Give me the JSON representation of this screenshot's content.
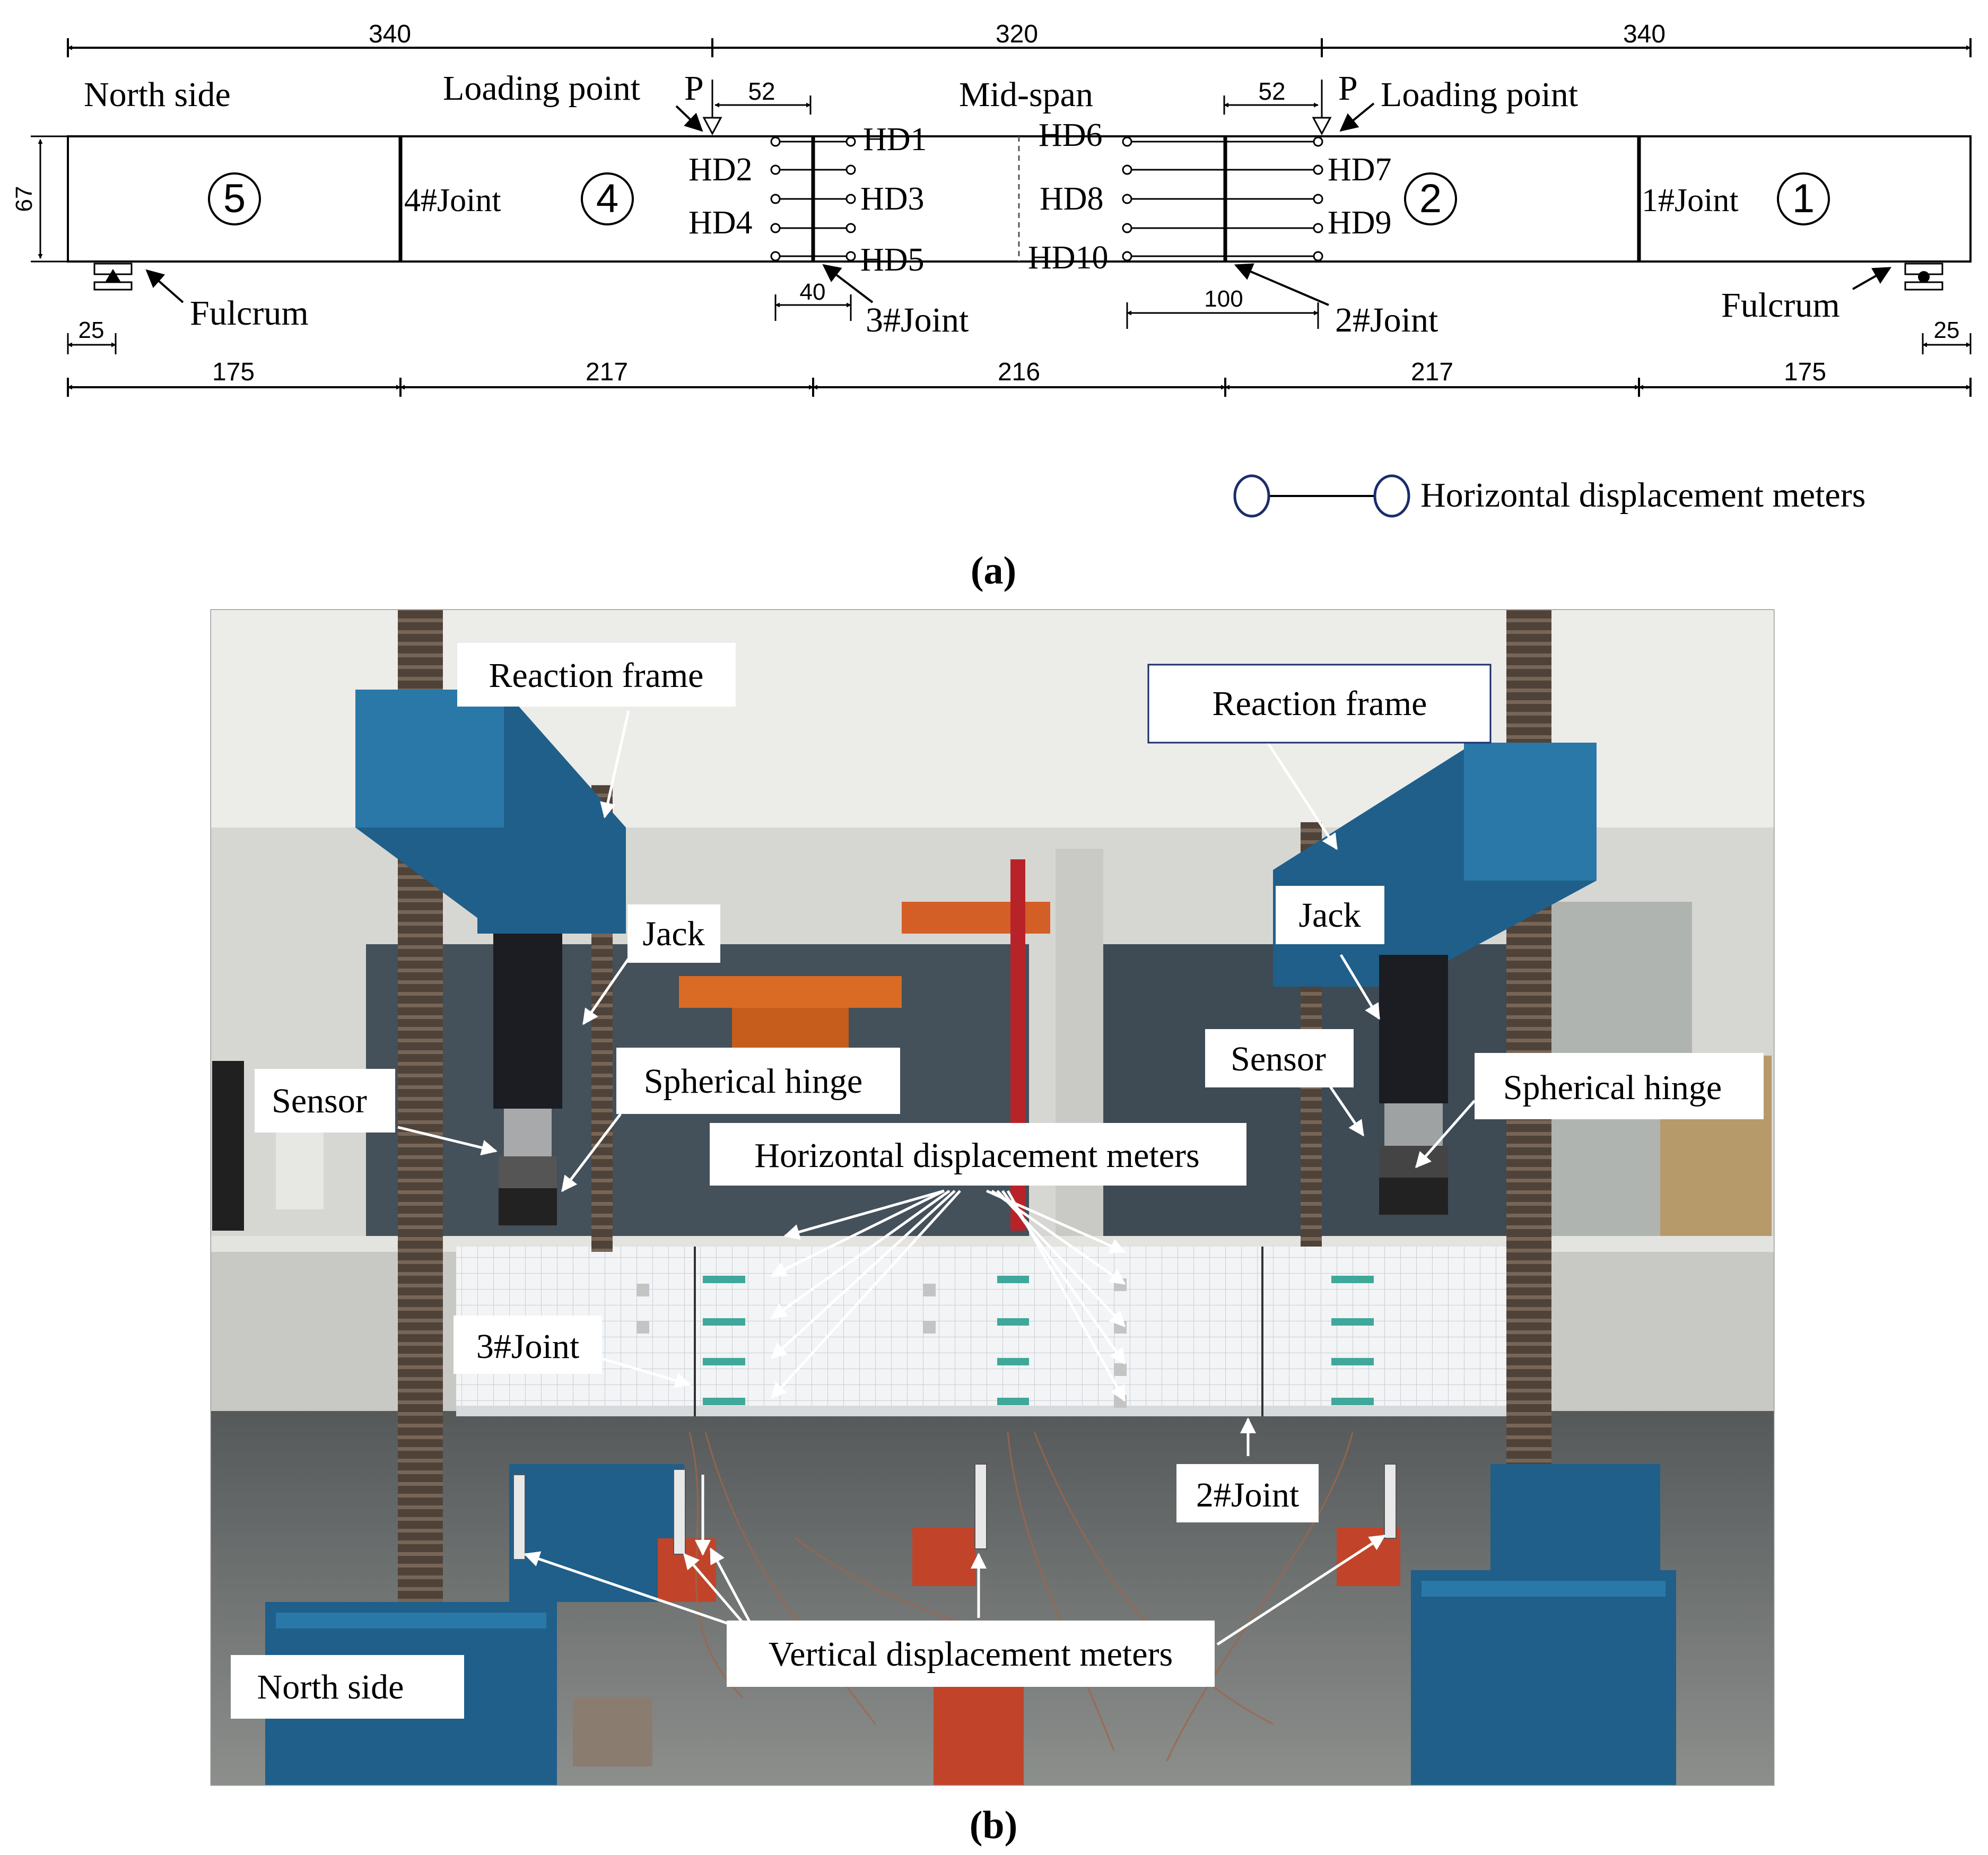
{
  "panel_a": {
    "top_dims": [
      "340",
      "320",
      "340"
    ],
    "section_height_dim": "67",
    "north_side": "North side",
    "loading_point_left": "Loading point",
    "loading_point_right": "Loading point",
    "load_symbol": "P",
    "offset_left": "52",
    "offset_right": "52",
    "midspan": "Mid-span",
    "segments": [
      "5",
      "4",
      "2",
      "1"
    ],
    "joint_4": "4#Joint",
    "joint_1": "1#Joint",
    "joint_3": "3#Joint",
    "joint_2": "2#Joint",
    "hd_labels": [
      "HD1",
      "HD2",
      "HD3",
      "HD4",
      "HD5",
      "HD6",
      "HD7",
      "HD8",
      "HD9",
      "HD10"
    ],
    "dim_40": "40",
    "dim_100": "100",
    "fulcrum_left": "Fulcrum",
    "fulcrum_right": "Fulcrum",
    "end_left": "25",
    "end_right": "25",
    "bottom_dims": [
      "175",
      "217",
      "216",
      "217",
      "175"
    ],
    "legend_label": "Horizontal displacement meters",
    "caption": "(a)"
  },
  "panel_b": {
    "labels": {
      "reaction_frame_left": "Reaction frame",
      "reaction_frame_right": "Reaction frame",
      "jack_left": "Jack",
      "jack_right": "Jack",
      "sensor_left": "Sensor",
      "sensor_right": "Sensor",
      "spherical_hinge_left": "Spherical hinge",
      "spherical_hinge_right": "Spherical hinge",
      "horizontal_meters": "Horizontal displacement meters",
      "joint_3": "3#Joint",
      "joint_2": "2#Joint",
      "vertical_meters": "Vertical displacement meters",
      "north_side": "North side"
    },
    "caption": "(b)"
  },
  "colors": {
    "frame_blue": "#1f5f8a",
    "frame_blue_light": "#2a78a8",
    "wall": "#dcdcd8",
    "floor": "#6f7371",
    "beam": "#eef0f0",
    "rod": "#4a4038",
    "red_column": "#b8232a",
    "meter_teal": "#3fa89a"
  }
}
